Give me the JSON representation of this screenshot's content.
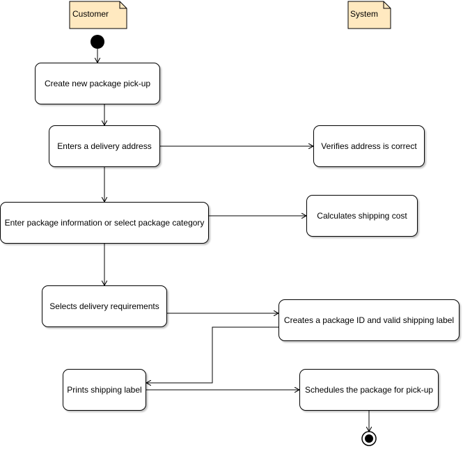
{
  "diagram": {
    "swimlanes": {
      "customer": "Customer",
      "system": "System"
    },
    "activities": {
      "create_pickup": "Create new package pick-up",
      "enter_address": "Enters a delivery address",
      "verify_address": "Verifies address is correct",
      "enter_package_info": "Enter package information or select package category",
      "calc_cost": "Calculates shipping cost",
      "select_requirements": "Selects delivery requirements",
      "create_id_label": "Creates a package ID and valid shipping label",
      "print_label": "Prints shipping label",
      "schedule_pickup": "Schedules the package for pick-up"
    }
  },
  "colors": {
    "note_fill": "#FFE9C0",
    "note_stroke": "#000000",
    "line": "#000000",
    "node": "#000000"
  }
}
